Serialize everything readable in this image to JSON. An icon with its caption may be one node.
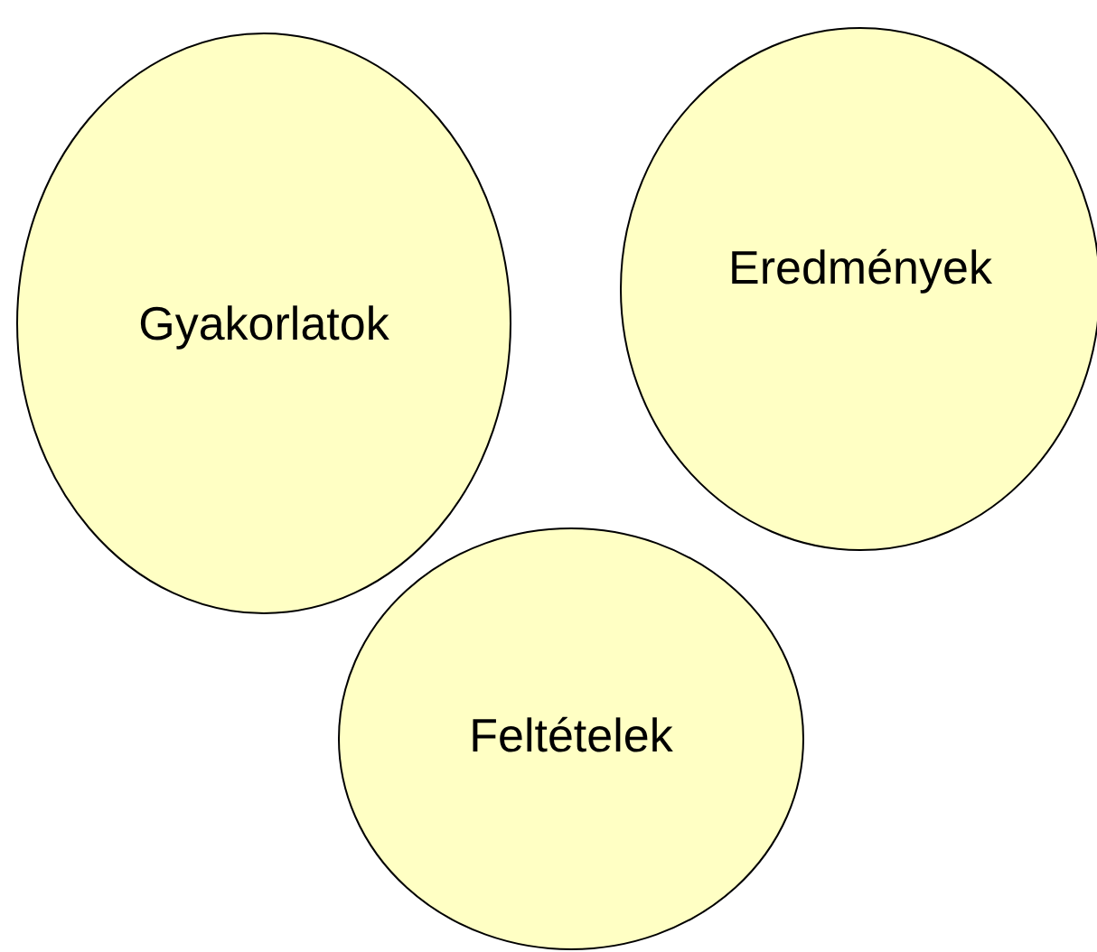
{
  "diagram": {
    "nodes": [
      {
        "text": [
          "Gyakorlatok"
        ]
      },
      {
        "text": [
          "Eredmények"
        ]
      },
      {
        "text": [
          "Feltételek"
        ]
      }
    ]
  }
}
